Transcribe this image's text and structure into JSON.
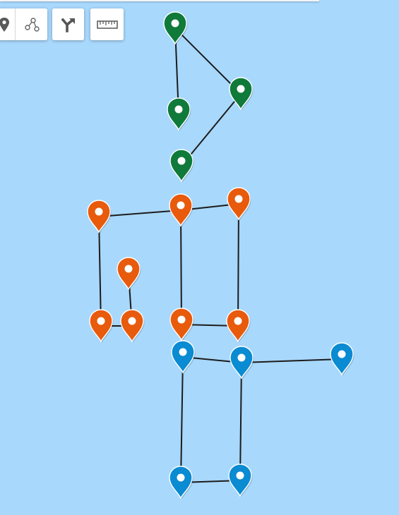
{
  "toolbar": {
    "tools": [
      {
        "name": "add-marker",
        "icon": "marker-icon",
        "interactable": true
      },
      {
        "name": "draw-polyline",
        "icon": "polyline-icon",
        "interactable": true
      },
      {
        "name": "split-path",
        "icon": "fork-arrow-icon",
        "interactable": true
      },
      {
        "name": "measure-distance",
        "icon": "ruler-icon",
        "interactable": true
      }
    ]
  },
  "groups": {
    "green": {
      "color": "#0f7a3a"
    },
    "orange": {
      "color": "#e85a0c"
    },
    "blue": {
      "color": "#0a8bd2"
    }
  },
  "markers": [
    {
      "id": "g1",
      "group": "green"
    },
    {
      "id": "g2",
      "group": "green"
    },
    {
      "id": "g3",
      "group": "green"
    },
    {
      "id": "g4",
      "group": "green"
    },
    {
      "id": "o1",
      "group": "orange"
    },
    {
      "id": "o2",
      "group": "orange"
    },
    {
      "id": "o3",
      "group": "orange"
    },
    {
      "id": "o4",
      "group": "orange"
    },
    {
      "id": "o5",
      "group": "orange"
    },
    {
      "id": "o6",
      "group": "orange"
    },
    {
      "id": "o7",
      "group": "orange"
    },
    {
      "id": "o8",
      "group": "orange"
    },
    {
      "id": "b1",
      "group": "blue"
    },
    {
      "id": "b2",
      "group": "blue"
    },
    {
      "id": "b3",
      "group": "blue"
    },
    {
      "id": "b4",
      "group": "blue"
    },
    {
      "id": "b5",
      "group": "blue"
    }
  ],
  "connections": [
    [
      "g1",
      "g2"
    ],
    [
      "g1",
      "g3"
    ],
    [
      "g3",
      "g4"
    ],
    [
      "o1",
      "o2"
    ],
    [
      "o2",
      "o3"
    ],
    [
      "o1",
      "o6"
    ],
    [
      "o6",
      "o7"
    ],
    [
      "o5",
      "o7"
    ],
    [
      "o2",
      "o4"
    ],
    [
      "o3",
      "o8"
    ],
    [
      "o4",
      "o8"
    ],
    [
      "b1",
      "b2"
    ],
    [
      "b2",
      "b3"
    ],
    [
      "b1",
      "b4"
    ],
    [
      "b2",
      "b5"
    ],
    [
      "b4",
      "b5"
    ]
  ]
}
